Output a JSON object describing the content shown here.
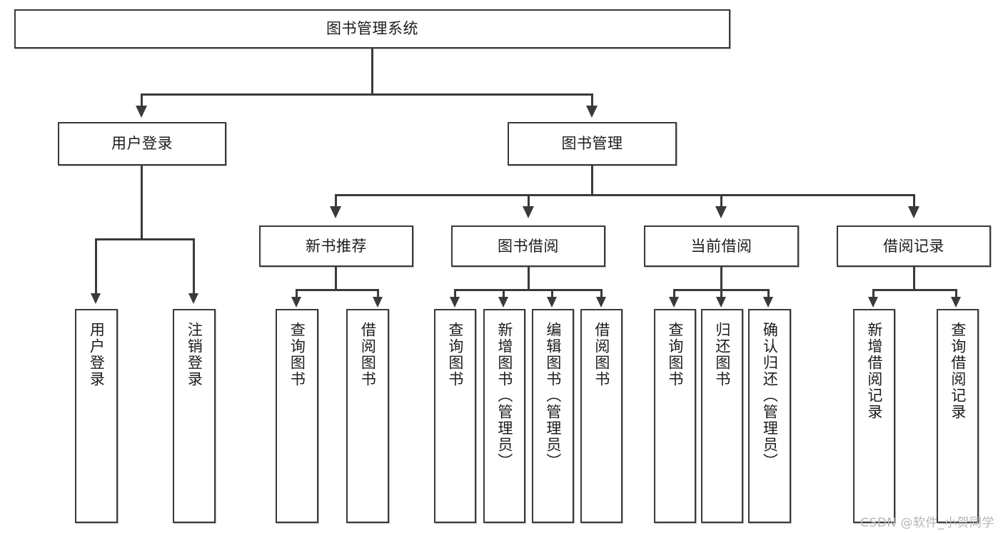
{
  "diagram": {
    "title": "图书管理系统",
    "type": "tree",
    "root": {
      "label": "图书管理系统"
    },
    "level2": [
      {
        "label": "用户登录"
      },
      {
        "label": "图书管理"
      }
    ],
    "level3": [
      {
        "label": "新书推荐"
      },
      {
        "label": "图书借阅"
      },
      {
        "label": "当前借阅"
      },
      {
        "label": "借阅记录"
      }
    ],
    "leaves": {
      "user_login": [
        {
          "label": "用户登录"
        },
        {
          "label": "注销登录"
        }
      ],
      "new_book_recommend": [
        {
          "label": "查询图书"
        },
        {
          "label": "借阅图书"
        }
      ],
      "book_borrow": [
        {
          "label": "查询图书"
        },
        {
          "label": "新增图书（管理员）"
        },
        {
          "label": "编辑图书（管理员）"
        },
        {
          "label": "借阅图书"
        }
      ],
      "current_borrow": [
        {
          "label": "查询图书"
        },
        {
          "label": "归还图书"
        },
        {
          "label": "确认归还（管理员）"
        }
      ],
      "borrow_record": [
        {
          "label": "新增借阅记录"
        },
        {
          "label": "查询借阅记录"
        }
      ]
    }
  },
  "watermark": {
    "text": "CSDN @软件_小贺同学"
  },
  "colors": {
    "stroke": "#3a3a3a",
    "fill": "#ffffff",
    "text": "#1c1c1c",
    "watermark": "#b7b7b7"
  }
}
